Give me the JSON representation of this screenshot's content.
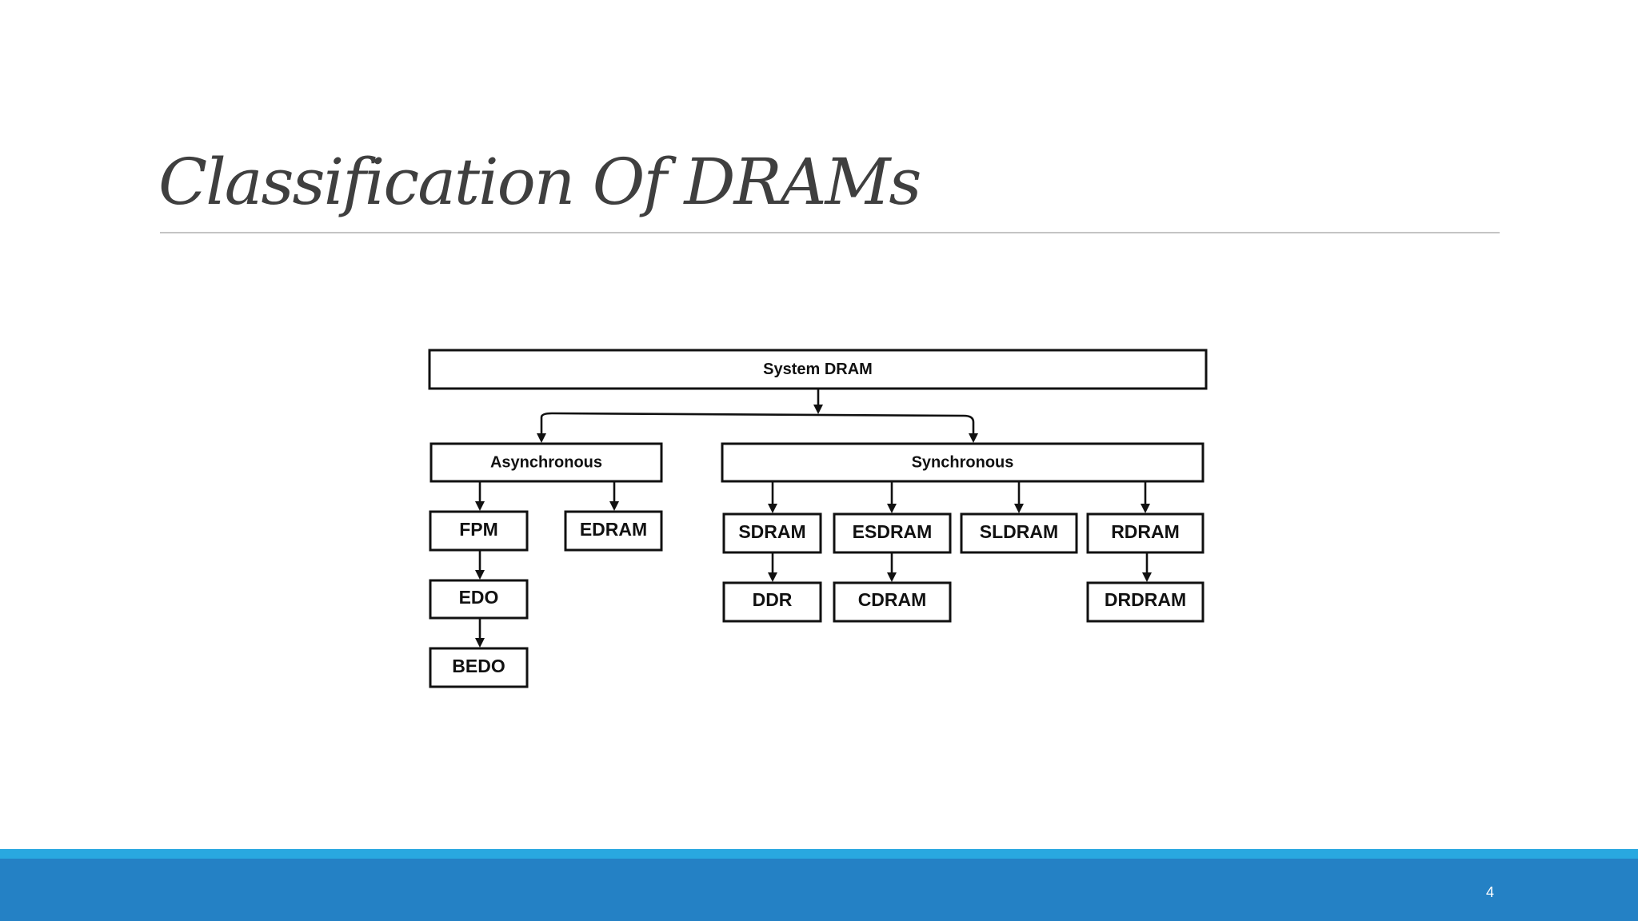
{
  "slide": {
    "title": "Classification Of DRAMs",
    "page_number": "4"
  },
  "colors": {
    "footer_bar": "#2481c5",
    "footer_stripe": "#29a8e0",
    "title_text": "#3f3f3f",
    "rule": "#c4c4c4"
  },
  "diagram": {
    "nodes": {
      "system_dram": "System DRAM",
      "asynchronous": "Asynchronous",
      "synchronous": "Synchronous",
      "fpm": "FPM",
      "edram": "EDRAM",
      "edo": "EDO",
      "bedo": "BEDO",
      "sdram": "SDRAM",
      "esdram": "ESDRAM",
      "sldram": "SLDRAM",
      "rdram": "RDRAM",
      "ddr": "DDR",
      "cdram": "CDRAM",
      "drdram": "DRDRAM"
    },
    "edges": [
      [
        "system_dram",
        "asynchronous"
      ],
      [
        "system_dram",
        "synchronous"
      ],
      [
        "asynchronous",
        "fpm"
      ],
      [
        "asynchronous",
        "edram"
      ],
      [
        "fpm",
        "edo"
      ],
      [
        "edo",
        "bedo"
      ],
      [
        "synchronous",
        "sdram"
      ],
      [
        "synchronous",
        "esdram"
      ],
      [
        "synchronous",
        "sldram"
      ],
      [
        "synchronous",
        "rdram"
      ],
      [
        "sdram",
        "ddr"
      ],
      [
        "esdram",
        "cdram"
      ],
      [
        "rdram",
        "drdram"
      ]
    ]
  }
}
